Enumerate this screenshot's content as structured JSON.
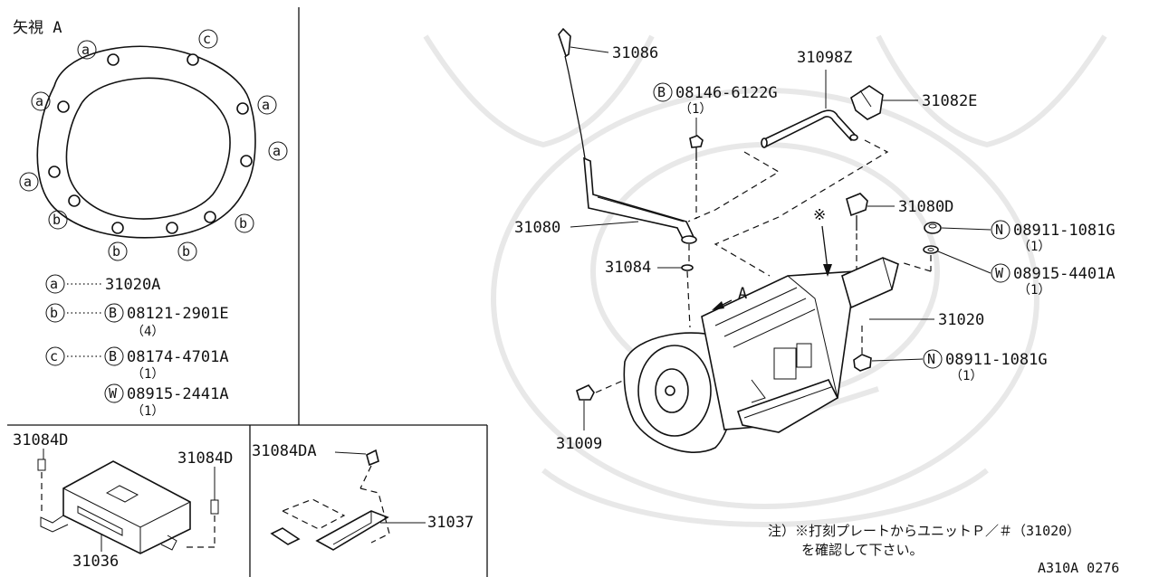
{
  "view_title": "矢視 A",
  "legend": [
    {
      "symbol": "a",
      "part": "31020A",
      "qty": ""
    },
    {
      "symbol": "b",
      "part": "08121-2901E",
      "prefix": "B",
      "qty": "（4）"
    },
    {
      "symbol": "c",
      "part": "08174-4701A",
      "prefix": "B",
      "qty": "（1）"
    },
    {
      "symbol": "",
      "part": "08915-2441A",
      "prefix": "W",
      "qty": "（1）"
    }
  ],
  "view_markers": {
    "a": "a",
    "b": "b",
    "c": "c"
  },
  "arrow_label": "A",
  "star": "※",
  "callouts": {
    "p31086": "31086",
    "p31098z": "31098Z",
    "p31082e": "31082E",
    "p08146": {
      "prefix": "B",
      "part": "08146-6122G",
      "qty": "（1）"
    },
    "p31080d": "31080D",
    "p08911a": {
      "prefix": "N",
      "part": "08911-1081G",
      "qty": "（1）"
    },
    "p08915": {
      "prefix": "W",
      "part": "08915-4401A",
      "qty": "（1）"
    },
    "p31080": "31080",
    "p31084": "31084",
    "p31020": "31020",
    "p08911b": {
      "prefix": "N",
      "part": "08911-1081G",
      "qty": "（1）"
    },
    "p31009": "31009",
    "p31084d_a": "31084D",
    "p31084d_b": "31084D",
    "p31036": "31036",
    "p31084da": "31084DA",
    "p31037": "31037"
  },
  "note": {
    "line1": "注）※打刻プレートからユニットＰ／＃（31020）",
    "line2": "を確認して下さい。"
  },
  "diagram_code": "A310A 0276"
}
